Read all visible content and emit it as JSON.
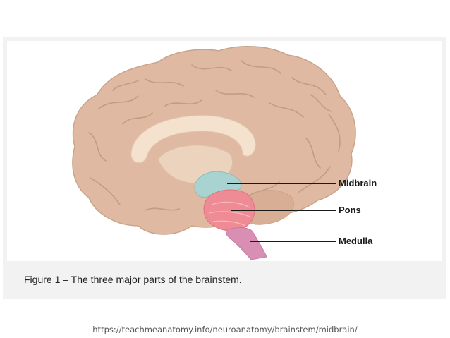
{
  "figure": {
    "labels": {
      "midbrain": "Midbrain",
      "pons": "Pons",
      "medulla": "Medulla"
    },
    "caption": "Figure 1 – The three major parts of the brainstem."
  },
  "source": {
    "url_text": "https://teachmeanatomy.info/neuroanatomy/brainstem/midbrain/"
  },
  "colors": {
    "brain": "#dfb9a1",
    "brain_outline": "#c9a48c",
    "corpus_callosum": "#f4e2cf",
    "midbrain": "#a9d3d0",
    "pons": "#ee8b94",
    "medulla": "#d98fb3",
    "leader_line": "#1a1a1a"
  }
}
